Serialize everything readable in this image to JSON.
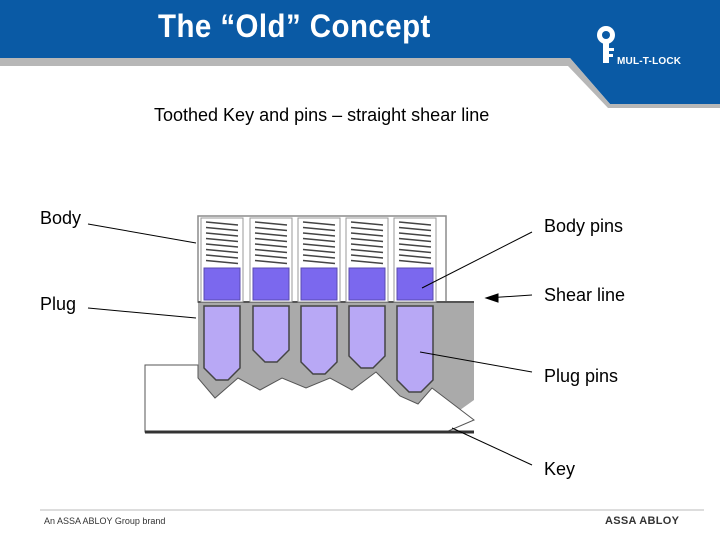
{
  "header": {
    "title": "The “Old” Concept",
    "logo_text": "MUL-T-LOCK",
    "bar_color": "#0a5aa5",
    "band_color": "#b7b7b7"
  },
  "subtitle": "Toothed Key and pins – straight shear line",
  "labels": {
    "body": "Body",
    "plug": "Plug",
    "body_pins": "Body pins",
    "shear_line": "Shear line",
    "plug_pins": "Plug pins",
    "key": "Key"
  },
  "colors": {
    "body_pin": "#7b68ee",
    "plug_pin": "#b8a8f5",
    "plug_fill": "#aaaaaa"
  },
  "footer": {
    "left": "An ASSA ABLOY Group brand",
    "right": "ASSA ABLOY"
  }
}
